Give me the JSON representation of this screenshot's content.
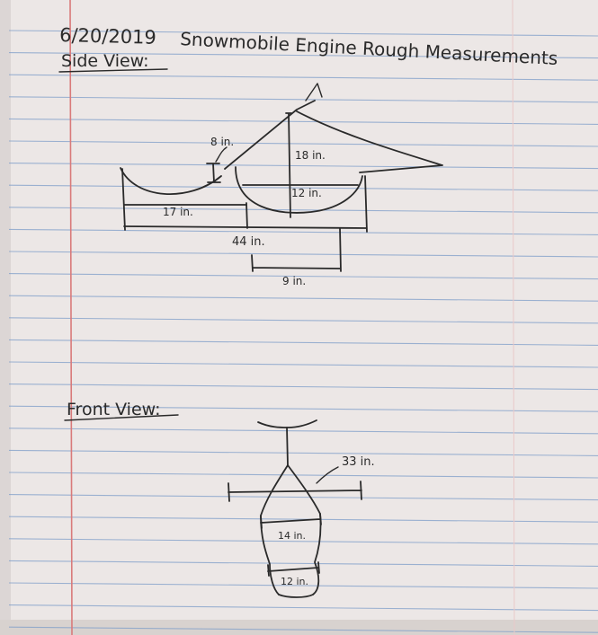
{
  "title": {
    "date": "6/20/2019",
    "text": "Snowmobile Engine Rough Measurements"
  },
  "side_view": {
    "heading": "Side View:",
    "labels": {
      "height_top": "8 in.",
      "height_main": "18 in.",
      "inner_width": "12 in.",
      "left_length": "17 in.",
      "total_length": "44 in.",
      "bottom_length": "9 in."
    }
  },
  "front_view": {
    "heading": "Front View:",
    "labels": {
      "width": "33 in.",
      "upper_width": "14 in.",
      "lower_width": "12 in."
    }
  },
  "colors": {
    "paper": "#ece7e6",
    "rule_line": "#7f9ec9",
    "margin_line": "#d97a7a",
    "ink": "#2a2a2a"
  }
}
